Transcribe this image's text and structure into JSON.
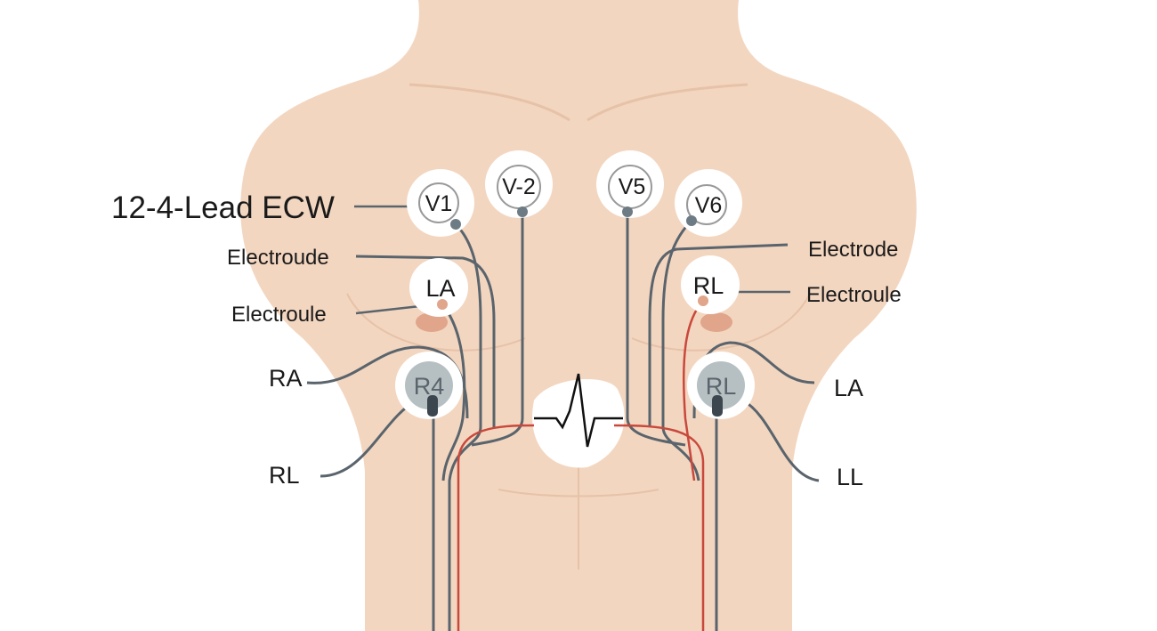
{
  "title": "12-4-Lead ECW",
  "colors": {
    "skin": "#f3d6c0",
    "skin_shade": "#e8c3a9",
    "wire": "#5a646c",
    "red_wire": "#c9483c",
    "pad": "#ffffff",
    "dark_pad": "#b6c0c2"
  },
  "left_labels": {
    "electrode1": "Electroude",
    "electrode2": "Electroule",
    "ra": "RA",
    "rl": "RL"
  },
  "right_labels": {
    "electrode1": "Electrode",
    "electrode2": "Electroule",
    "la": "LA",
    "ll": "LL"
  },
  "electrodes": {
    "v1": "V1",
    "v2": "V-2",
    "v5": "V5",
    "v6": "V6",
    "la": "LA",
    "rl_upper": "RL",
    "r4": "R4",
    "rl_lower": "RL"
  }
}
